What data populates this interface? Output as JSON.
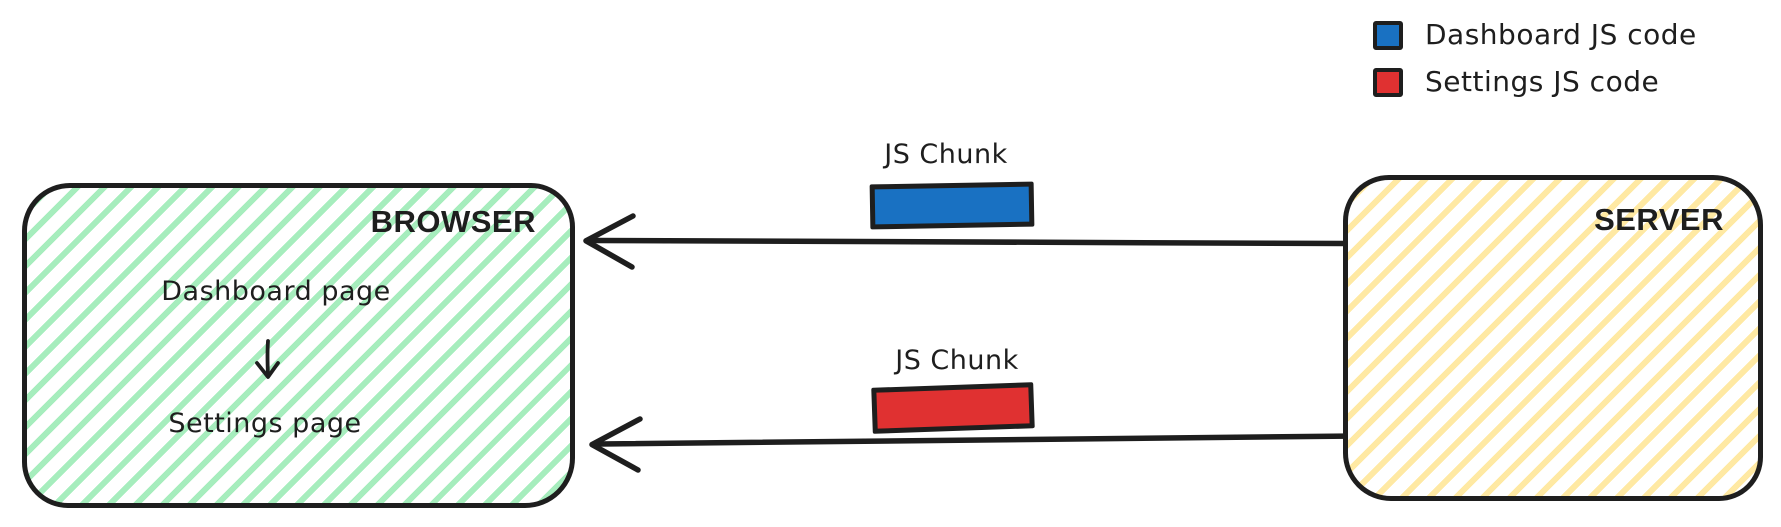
{
  "colors": {
    "ink": "#1e1e1e",
    "blue": "#1971c2",
    "red": "#e03131",
    "green-hatch": "#a6edbd",
    "yellow-hatch": "#ffe9a3"
  },
  "legend": {
    "items": [
      {
        "label": "Dashboard JS code",
        "swatch_color": "#1971c2"
      },
      {
        "label": "Settings JS code",
        "swatch_color": "#e03131"
      }
    ]
  },
  "browser": {
    "title": "BROWSER",
    "page_top": "Dashboard page",
    "page_bottom": "Settings page"
  },
  "server": {
    "title": "SERVER"
  },
  "flows": [
    {
      "label": "JS Chunk",
      "chunk_color": "#1971c2"
    },
    {
      "label": "JS Chunk",
      "chunk_color": "#e03131"
    }
  ]
}
